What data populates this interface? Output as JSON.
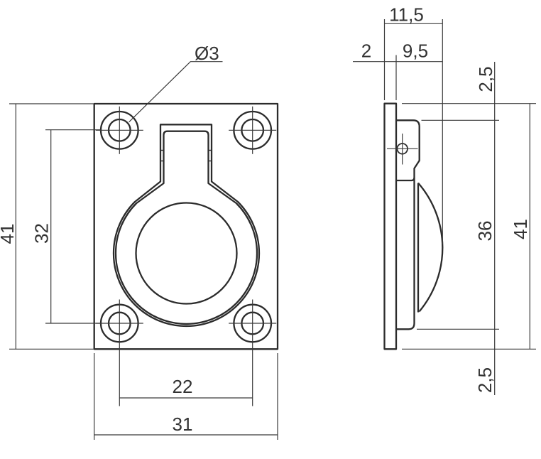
{
  "drawing": {
    "type": "technical-drawing",
    "background": "#ffffff",
    "object_line_color": "#2b2b2b",
    "dimension_line_color": "#3a3a3a",
    "text_color": "#333333",
    "front_view": {
      "label_hole_diameter": "Ø3",
      "label_overall_height": "41",
      "label_hole_pitch_vertical": "32",
      "label_hole_pitch_horizontal": "22",
      "label_overall_width": "31"
    },
    "side_view": {
      "label_total_depth": "11,5",
      "label_plate_thickness": "2",
      "label_recess_depth": "9,5",
      "label_top_inset": "2,5",
      "label_recess_height": "36",
      "label_overall_height": "41",
      "label_bottom_inset": "2,5"
    }
  }
}
